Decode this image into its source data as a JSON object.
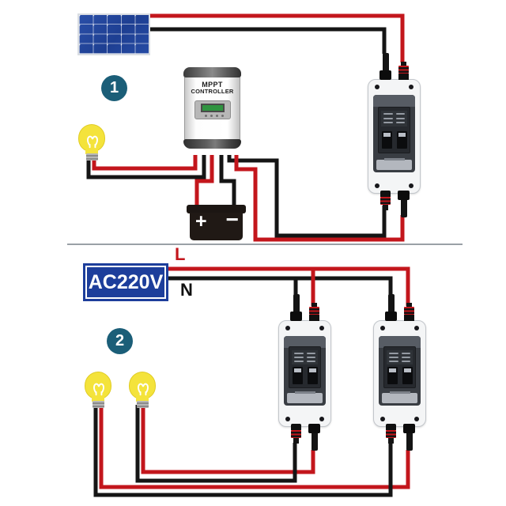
{
  "colors": {
    "wire_red": "#c3161c",
    "wire_black": "#151515",
    "panel_blue": "#24479c",
    "panel_frame": "#d9dde2",
    "badge": "#1b5e78",
    "label_bg": "#1d3e9b",
    "bulb": "#f4e33b",
    "lcd": "#2f9440",
    "enclosure": "#f4f5f6",
    "window": "#393d43"
  },
  "section1": {
    "badge": "1",
    "controller": {
      "line1": "MPPT",
      "line2": "CONTROLLER"
    },
    "battery": {
      "positive": "+",
      "negative": "−"
    }
  },
  "section2": {
    "badge": "2",
    "source": "AC220V",
    "live": "L",
    "neutral": "N"
  },
  "icons": {
    "solar-panel-icon": "css-grid-blue",
    "light-bulb-icon": "yellow-bulb-with-filament",
    "mppt-controller-icon": "white-cylinder-lcd",
    "battery-icon": "black-box-plus-minus",
    "breaker-box-icon": "white-enclosure-din-breaker",
    "mc4-connector-icon": "black-connector-red-bands"
  }
}
